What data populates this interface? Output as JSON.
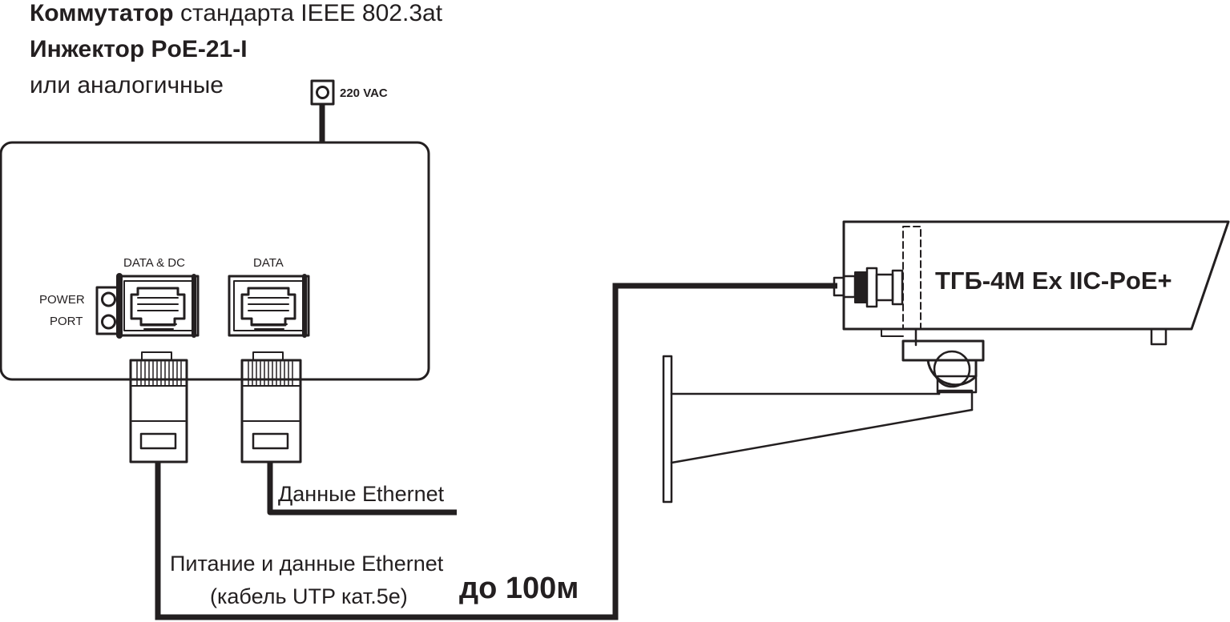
{
  "header": {
    "line1_bold": "Коммутатор",
    "line1_rest": " стандарта IEEE 802.3at",
    "line2": "Инжектор PoE-21-I",
    "line3": "или аналогичные"
  },
  "power_input": {
    "label": "220 VAC"
  },
  "injector": {
    "port1_label": "DATA & DC",
    "port2_label": "DATA",
    "power_port_label_1": "POWER",
    "power_port_label_2": "PORT"
  },
  "cables": {
    "data_label": "Данные Ethernet",
    "poe_label_1": "Питание и данные Ethernet",
    "poe_label_2": "(кабель UTP кат.5е)",
    "distance": "до 100м"
  },
  "camera": {
    "model": "ТГБ-4М Ex IIC-PoE+"
  },
  "colors": {
    "stroke": "#231f20",
    "background": "#ffffff"
  }
}
